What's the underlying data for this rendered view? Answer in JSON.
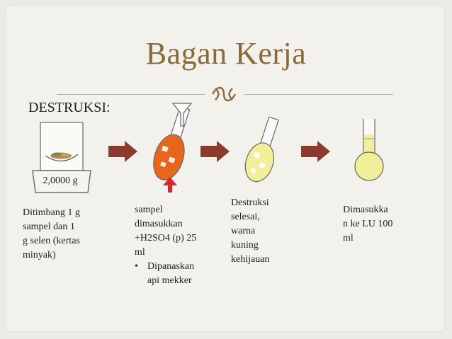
{
  "title": "Bagan Kerja",
  "section_label": "DESTRUKSI:",
  "scale_reading": "2,0000 g",
  "steps": [
    {
      "lines": [
        "Ditimbang 1 g",
        "sampel dan 1",
        "g selen (kertas",
        "minyak)"
      ]
    },
    {
      "lines": [
        "sampel",
        "dimasukkan",
        "+H2SO4 (p) 25",
        "ml"
      ],
      "bullet": "•",
      "bullet_lines": [
        "Dipanaskan",
        "api mekker"
      ]
    },
    {
      "lines": [
        "Destruksi",
        "selesai,",
        "warna",
        "kuning",
        "kehijauan"
      ]
    },
    {
      "lines": [
        "Dimasukka",
        "n ke LU 100",
        "ml"
      ]
    }
  ],
  "colors": {
    "title": "#8a6a3a",
    "arrow": "#8b3a2e",
    "orange_liquid": "#e8661c",
    "yellow_liquid": "#f2ef9a",
    "heat_arrow": "#d62a2a"
  }
}
